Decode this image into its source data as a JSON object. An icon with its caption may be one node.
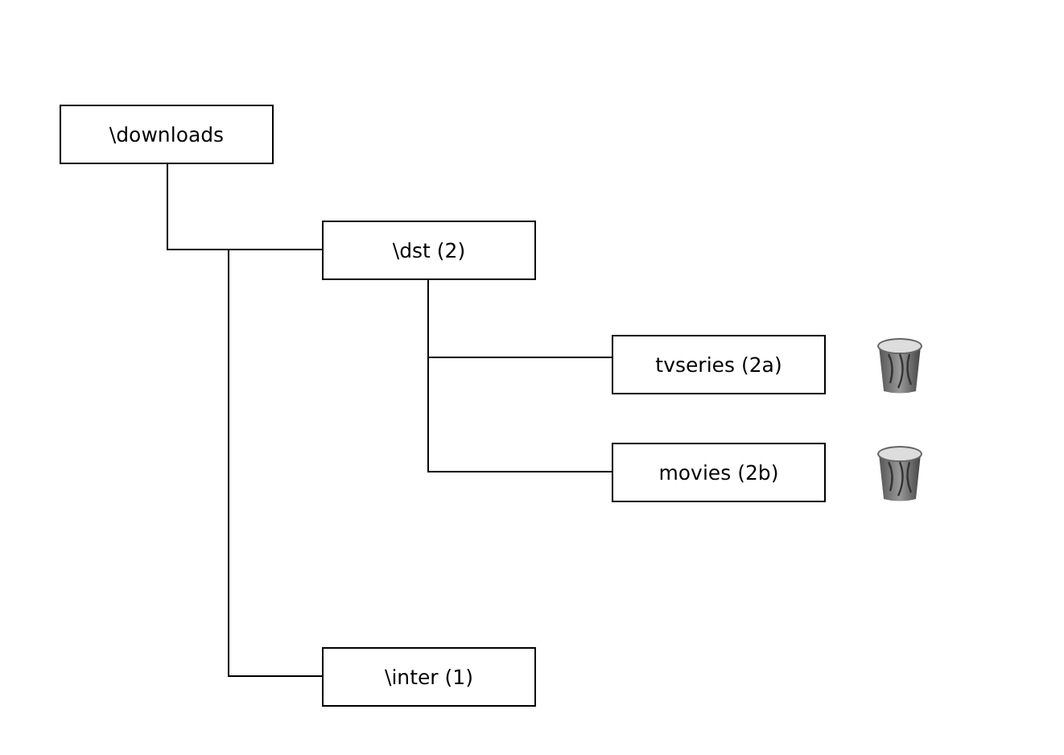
{
  "diagram": {
    "nodes": [
      {
        "text": [
          "\\downloads"
        ]
      },
      {
        "text": [
          "\\dst (2)"
        ]
      },
      {
        "text": [
          "tvseries (2a)"
        ]
      },
      {
        "text": [
          "movies (2b)"
        ]
      },
      {
        "text": [
          "\\inter (1)"
        ]
      }
    ],
    "edges": [
      {
        "from": 0,
        "to": 1,
        "arrow": "none"
      },
      {
        "from": 1,
        "to": 2,
        "arrow": "none"
      },
      {
        "from": 1,
        "to": 3,
        "arrow": "none"
      },
      {
        "from": 0,
        "to": 4,
        "arrow": "none"
      }
    ]
  }
}
